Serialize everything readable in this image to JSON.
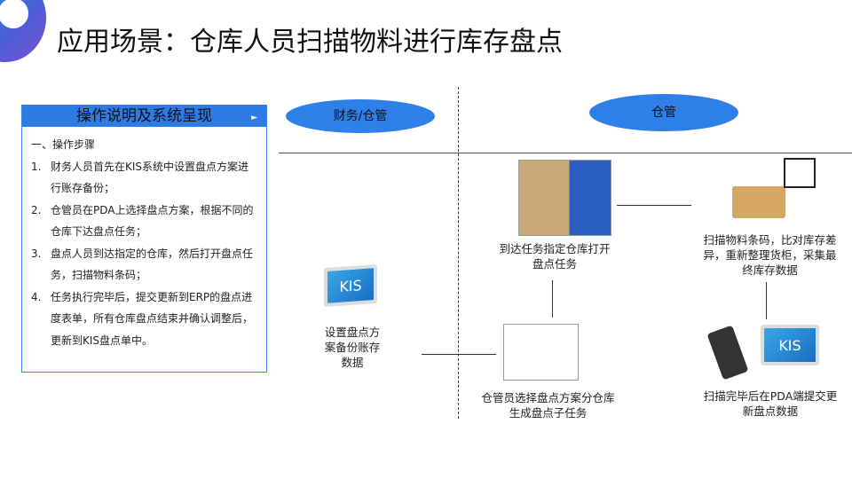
{
  "title": "应用场景：仓库人员扫描物料进行库存盘点",
  "panel": {
    "heading": "操作说明及系统呈现",
    "section": "一、操作步骤",
    "steps": [
      {
        "n": "1.",
        "text": "财务人员首先在KIS系统中设置盘点方案进行账存备份；"
      },
      {
        "n": "2.",
        "text": "仓管员在PDA上选择盘点方案，根据不同的仓库下达盘点任务；"
      },
      {
        "n": "3.",
        "text": "盘点人员到达指定的仓库，然后打开盘点任务，扫描物料条码；"
      },
      {
        "n": "4.",
        "text": "任务执行完毕后，提交更新到ERP的盘点进度表单，所有仓库盘点结束并确认调整后，更新到KIS盘点单中。"
      }
    ]
  },
  "lanes": {
    "finance": "财务/仓管",
    "warehouse": "仓管"
  },
  "flow": {
    "kis_label": "KIS",
    "setup": "设置盘点方案备份账存数据",
    "select": "仓管员选择盘点方案分仓库生成盘点子任务",
    "arrive": "到达任务指定仓库打开盘点任务",
    "scan": "扫描物料条码，比对库存差异，重新整理货柜，采集最终库存数据",
    "submit": "扫描完毕后在PDA端提交更新盘点数据"
  }
}
